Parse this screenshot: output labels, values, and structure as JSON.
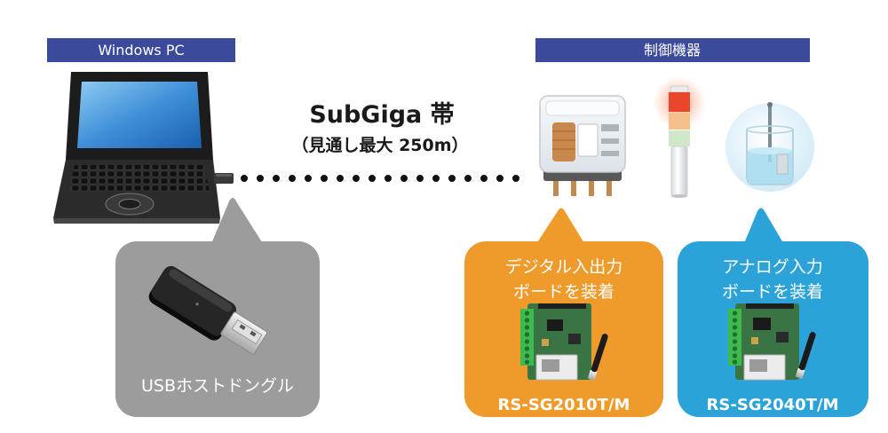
{
  "headers": {
    "pc": "Windows PC",
    "devices": "制御機器"
  },
  "link": {
    "title": "SubGiga 帯",
    "subtitle": "（見通し最大 250m）"
  },
  "dongle_callout": {
    "label": "USBホストドングル"
  },
  "digital_callout": {
    "line1": "デジタル入出力",
    "line2": "ボードを装着",
    "model": "RS-SG2010T/M"
  },
  "analog_callout": {
    "line1": "アナログ入力",
    "line2": "ボードを装着",
    "model": "RS-SG2040T/M"
  },
  "colors": {
    "header_bg": "#3c4a9c",
    "link_dots": "#111111",
    "dongle_callout": "#9c9c9c",
    "digital_callout": "#ef9b2c",
    "analog_callout": "#2ba3d8"
  },
  "icons": {
    "pc": "laptop-icon",
    "dongle": "usb-dongle-icon",
    "relay": "relay-icon",
    "signal_tower": "signal-tower-icon",
    "sensor": "beaker-sensor-icon",
    "digital_board": "digital-io-board-icon",
    "analog_board": "analog-input-board-icon"
  }
}
